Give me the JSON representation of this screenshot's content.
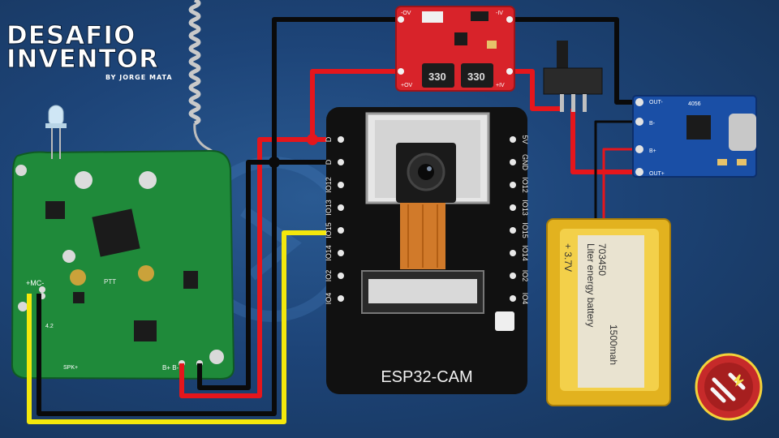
{
  "brand": {
    "line1": "DESAFIO",
    "line2": "INVENTOR",
    "byline": "BY JORGE MATA"
  },
  "modules": {
    "esp32": {
      "name": "ESP32-CAM",
      "left_pins": [
        "D",
        "D",
        "IO12",
        "IO13",
        "IO15",
        "IO14",
        "IO2",
        "IO4"
      ],
      "right_pins": [
        "5V",
        "GND",
        "IO12",
        "IO13",
        "IO15",
        "IO14",
        "IO2",
        "IO4"
      ]
    },
    "boost": {
      "inductor1": "330",
      "inductor2": "330",
      "pin_out_plus": "+OV",
      "pin_out_minus": "-OV",
      "pin_in_plus": "+IV",
      "pin_in_minus": "-IV"
    },
    "charger": {
      "chip": "4056",
      "pin_out_minus": "OUT-",
      "pin_out_plus": "OUT+",
      "pin_b_minus": "B-",
      "pin_b_plus": "B+"
    },
    "battery": {
      "brand": "Liter energy battery",
      "model": "703450",
      "voltage": "+ 3.7V",
      "capacity": "1500mah"
    },
    "radio": {
      "mic_label": "+MC-",
      "ptt_label": "PTT",
      "power_label": "B+  B-",
      "spk_label": "SPK+",
      "v_label": "4.2"
    }
  },
  "colors": {
    "background": "#1d4478",
    "wire_red": "#e5161c",
    "wire_black": "#0a0a0a",
    "wire_yellow": "#f4e80c",
    "pcb_green": "#1f8a3a",
    "pcb_red": "#d8232a",
    "pcb_blue": "#1a4fa6",
    "esp_black": "#111111"
  },
  "icons": [
    "antenna-spring-icon",
    "led-icon",
    "usb-c-icon",
    "slide-switch-icon",
    "plug-logo-icon"
  ]
}
